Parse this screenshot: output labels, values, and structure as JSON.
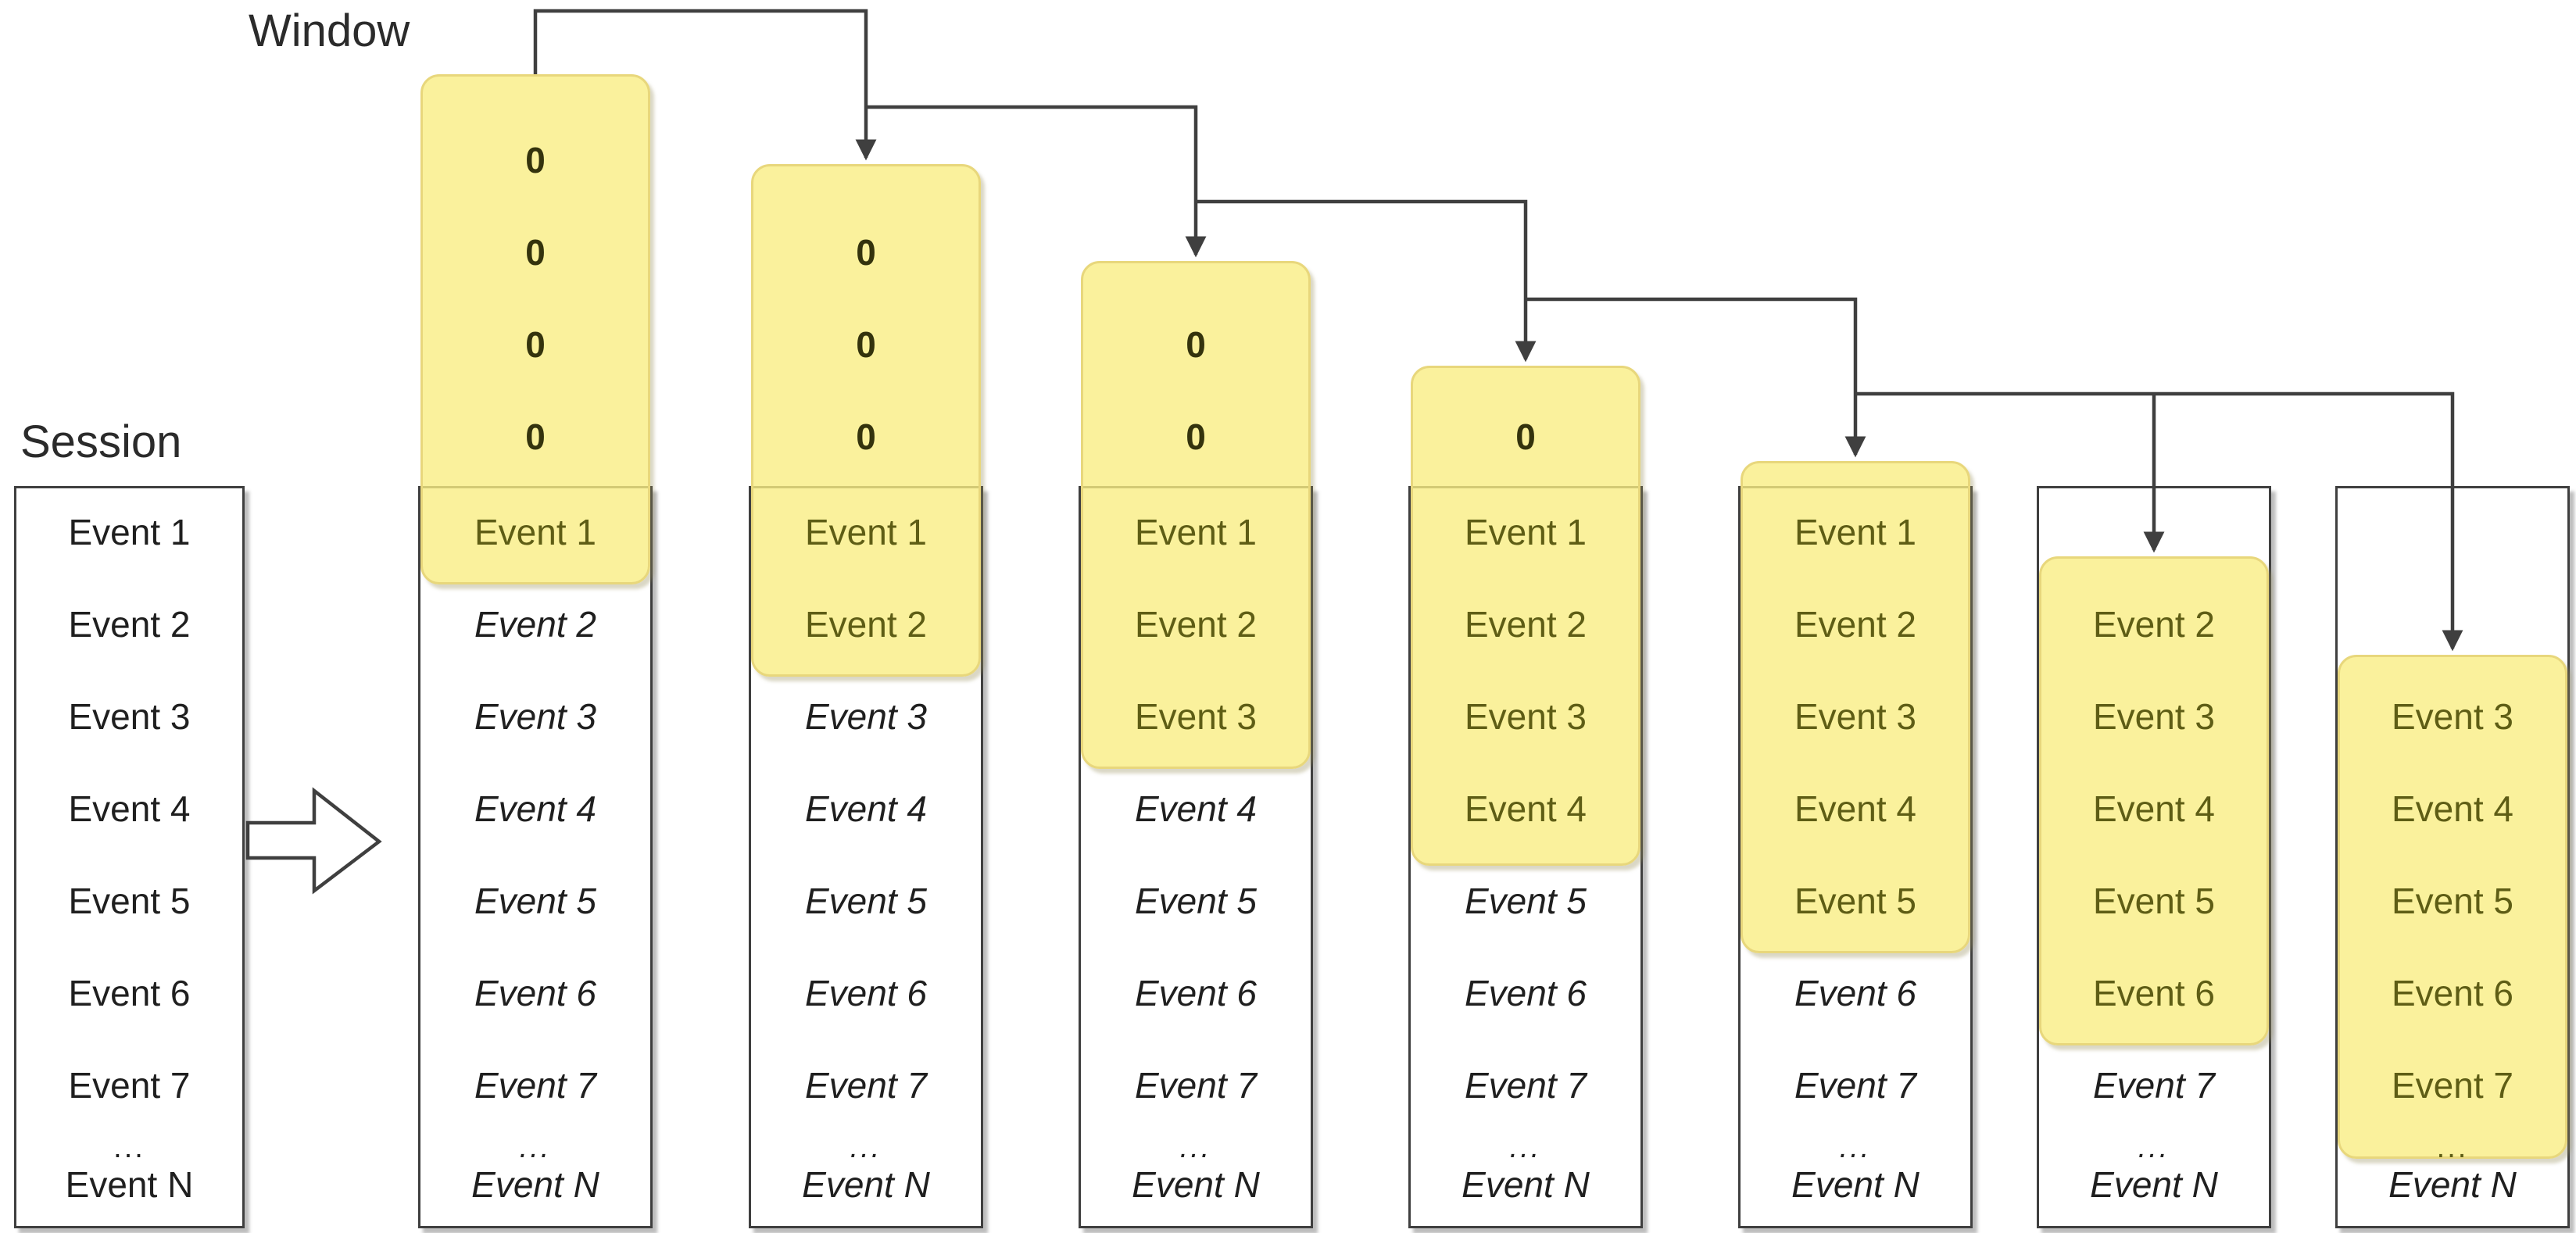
{
  "labels": {
    "session_title": "Session",
    "window_title": "Window"
  },
  "colors": {
    "highlight_fill_rgba": "rgba(249,237,131,0.80)",
    "highlight_border": "#E8D77C",
    "highlight_text": "#5E5D15",
    "zero_text": "#34330D",
    "box_border": "#3F3F3F",
    "event_text": "#1F1F1F",
    "connector": "#3F3F3F"
  },
  "session": {
    "rows": [
      "Event 1",
      "Event 2",
      "Event 3",
      "Event 4",
      "Event 5",
      "Event 6",
      "Event 7",
      "...",
      "Event N"
    ]
  },
  "windows": [
    {
      "zeros": [
        "0",
        "0",
        "0",
        "0"
      ],
      "rows": [
        {
          "label": "Event 1",
          "state": "highlighted"
        },
        {
          "label": "Event 2",
          "state": "plain"
        },
        {
          "label": "Event 3",
          "state": "plain"
        },
        {
          "label": "Event 4",
          "state": "plain"
        },
        {
          "label": "Event 5",
          "state": "plain"
        },
        {
          "label": "Event 6",
          "state": "plain"
        },
        {
          "label": "Event 7",
          "state": "plain"
        },
        {
          "label": "...",
          "state": "plain"
        },
        {
          "label": "Event N",
          "state": "plain"
        }
      ]
    },
    {
      "zeros": [
        "0",
        "0",
        "0"
      ],
      "rows": [
        {
          "label": "Event 1",
          "state": "highlighted"
        },
        {
          "label": "Event 2",
          "state": "highlighted"
        },
        {
          "label": "Event 3",
          "state": "plain"
        },
        {
          "label": "Event 4",
          "state": "plain"
        },
        {
          "label": "Event 5",
          "state": "plain"
        },
        {
          "label": "Event 6",
          "state": "plain"
        },
        {
          "label": "Event 7",
          "state": "plain"
        },
        {
          "label": "...",
          "state": "plain"
        },
        {
          "label": "Event N",
          "state": "plain"
        }
      ]
    },
    {
      "zeros": [
        "0",
        "0"
      ],
      "rows": [
        {
          "label": "Event 1",
          "state": "highlighted"
        },
        {
          "label": "Event 2",
          "state": "highlighted"
        },
        {
          "label": "Event 3",
          "state": "highlighted"
        },
        {
          "label": "Event 4",
          "state": "plain"
        },
        {
          "label": "Event 5",
          "state": "plain"
        },
        {
          "label": "Event 6",
          "state": "plain"
        },
        {
          "label": "Event 7",
          "state": "plain"
        },
        {
          "label": "...",
          "state": "plain"
        },
        {
          "label": "Event N",
          "state": "plain"
        }
      ]
    },
    {
      "zeros": [
        "0"
      ],
      "rows": [
        {
          "label": "Event 1",
          "state": "highlighted"
        },
        {
          "label": "Event 2",
          "state": "highlighted"
        },
        {
          "label": "Event 3",
          "state": "highlighted"
        },
        {
          "label": "Event 4",
          "state": "highlighted"
        },
        {
          "label": "Event 5",
          "state": "plain"
        },
        {
          "label": "Event 6",
          "state": "plain"
        },
        {
          "label": "Event 7",
          "state": "plain"
        },
        {
          "label": "...",
          "state": "plain"
        },
        {
          "label": "Event N",
          "state": "plain"
        }
      ]
    },
    {
      "zeros": [],
      "rows": [
        {
          "label": "Event 1",
          "state": "highlighted"
        },
        {
          "label": "Event 2",
          "state": "highlighted"
        },
        {
          "label": "Event 3",
          "state": "highlighted"
        },
        {
          "label": "Event 4",
          "state": "highlighted"
        },
        {
          "label": "Event 5",
          "state": "highlighted"
        },
        {
          "label": "Event 6",
          "state": "plain"
        },
        {
          "label": "Event 7",
          "state": "plain"
        },
        {
          "label": "...",
          "state": "plain"
        },
        {
          "label": "Event N",
          "state": "plain"
        }
      ]
    },
    {
      "zeros": [],
      "rows": [
        {
          "label": "",
          "state": "empty"
        },
        {
          "label": "Event 2",
          "state": "highlighted"
        },
        {
          "label": "Event 3",
          "state": "highlighted"
        },
        {
          "label": "Event 4",
          "state": "highlighted"
        },
        {
          "label": "Event 5",
          "state": "highlighted"
        },
        {
          "label": "Event 6",
          "state": "highlighted"
        },
        {
          "label": "Event 7",
          "state": "plain"
        },
        {
          "label": "...",
          "state": "plain"
        },
        {
          "label": "Event N",
          "state": "plain"
        }
      ]
    },
    {
      "zeros": [],
      "rows": [
        {
          "label": "",
          "state": "empty"
        },
        {
          "label": "",
          "state": "empty"
        },
        {
          "label": "Event 3",
          "state": "highlighted"
        },
        {
          "label": "Event 4",
          "state": "highlighted"
        },
        {
          "label": "Event 5",
          "state": "highlighted"
        },
        {
          "label": "Event 6",
          "state": "highlighted"
        },
        {
          "label": "Event 7",
          "state": "highlighted"
        },
        {
          "label": "...",
          "state": "highlighted"
        },
        {
          "label": "Event N",
          "state": "plain"
        }
      ]
    }
  ]
}
